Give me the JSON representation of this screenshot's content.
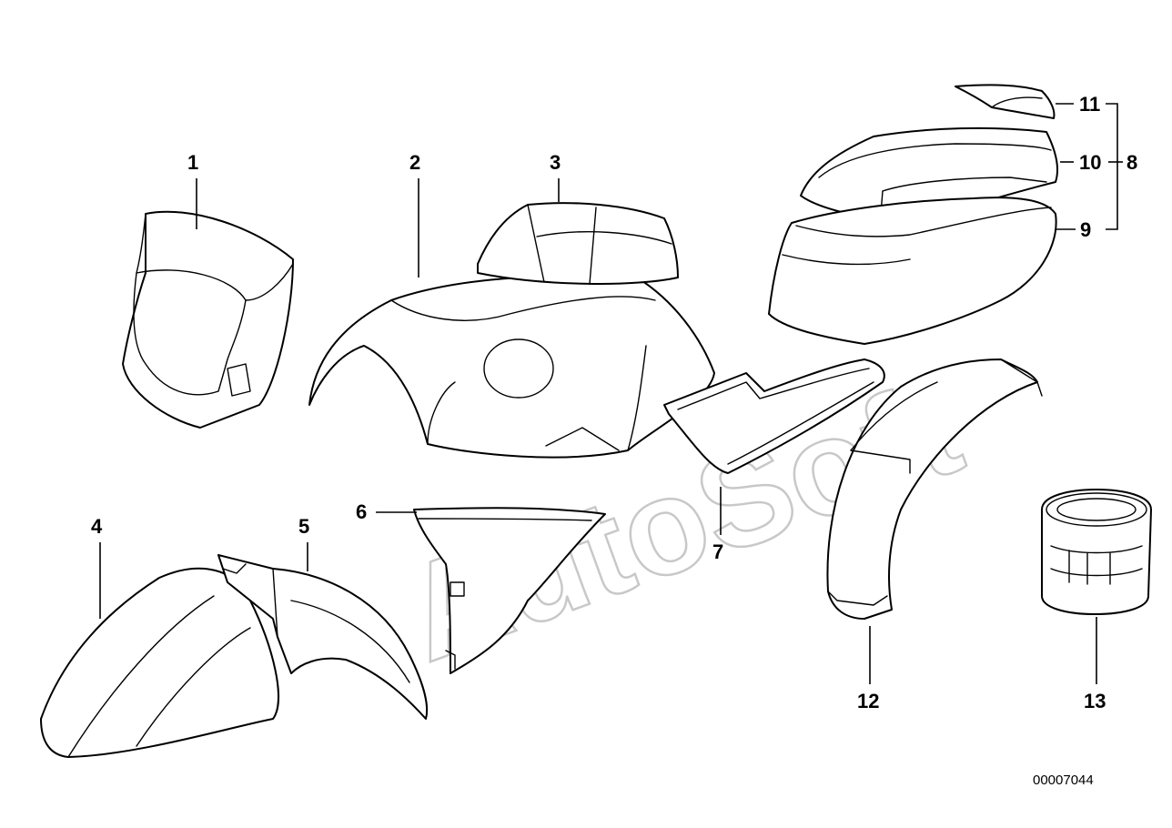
{
  "watermark": "AutoSoft",
  "document_number": "00007044",
  "callouts": [
    "1",
    "2",
    "3",
    "4",
    "5",
    "6",
    "7",
    "8",
    "9",
    "10",
    "11",
    "12",
    "13"
  ],
  "icons": [
    "headlight-fairing-icon",
    "fuel-tank-cover-icon",
    "tank-top-cover-icon",
    "front-fender-icon",
    "inner-fender-icon",
    "side-panel-icon",
    "knee-pad-icon",
    "seat-assembly-icon",
    "seat-base-icon",
    "seat-cover-icon",
    "seat-trim-icon",
    "rear-fender-icon",
    "gaiter-icon"
  ],
  "colors": {
    "line": "#000000",
    "watermark": "#c8c8c8",
    "background": "#ffffff"
  }
}
